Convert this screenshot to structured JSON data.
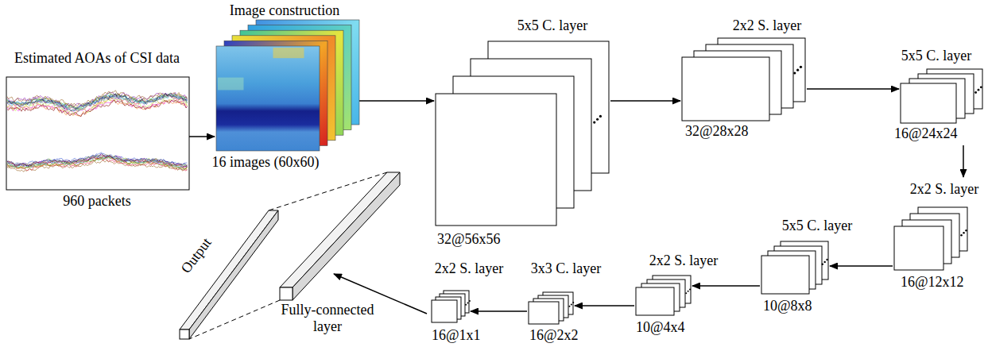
{
  "diagram": {
    "nodes": [
      {
        "text": [
          "Estimated AOAs of CSI data",
          "960 packets"
        ]
      },
      {
        "text": [
          "Image construction",
          "16 images (60x60)"
        ]
      },
      {
        "text": [
          "5x5 C. layer",
          "32@56x56"
        ]
      },
      {
        "text": [
          "2x2 S. layer",
          "32@28x28"
        ]
      },
      {
        "text": [
          "5x5 C. layer",
          "16@24x24"
        ]
      },
      {
        "text": [
          "2x2 S. layer",
          "16@12x12"
        ]
      },
      {
        "text": [
          "5x5 C. layer",
          "10@8x8"
        ]
      },
      {
        "text": [
          "2x2 S. layer",
          "10@4x4"
        ]
      },
      {
        "text": [
          "3x3 C. layer",
          "16@2x2"
        ]
      },
      {
        "text": [
          "2x2 S. layer",
          "16@1x1"
        ]
      },
      {
        "text": [
          "Fully-connected layer"
        ]
      },
      {
        "text": [
          "Output"
        ]
      }
    ],
    "edges": [
      {
        "from": 0,
        "to": 1,
        "arrow": "to"
      },
      {
        "from": 1,
        "to": 2,
        "arrow": "to"
      },
      {
        "from": 2,
        "to": 3,
        "arrow": "to"
      },
      {
        "from": 3,
        "to": 4,
        "arrow": "to"
      },
      {
        "from": 4,
        "to": 5,
        "arrow": "to"
      },
      {
        "from": 5,
        "to": 6,
        "arrow": "to"
      },
      {
        "from": 6,
        "to": 7,
        "arrow": "to"
      },
      {
        "from": 7,
        "to": 8,
        "arrow": "to"
      },
      {
        "from": 8,
        "to": 9,
        "arrow": "to"
      },
      {
        "from": 9,
        "to": 10,
        "arrow": "to"
      },
      {
        "from": 10,
        "to": 11,
        "arrow": "none"
      }
    ]
  }
}
